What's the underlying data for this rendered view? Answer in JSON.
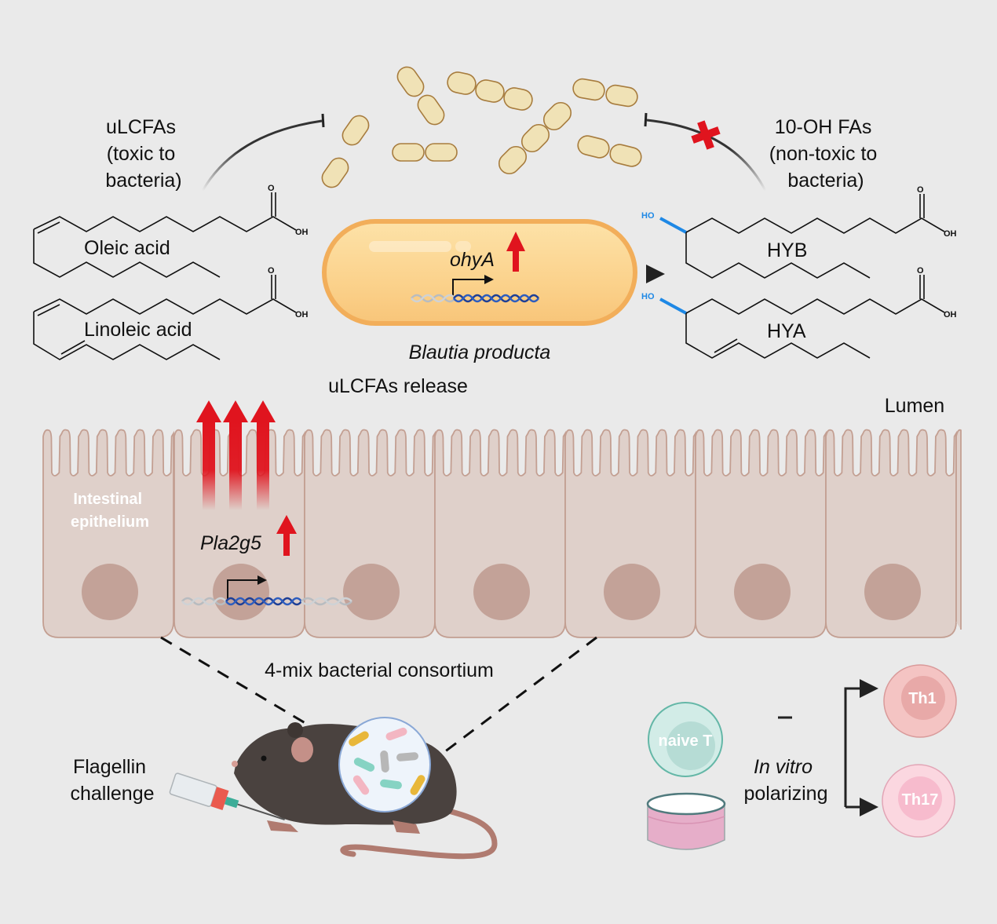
{
  "labels": {
    "ulcfa_title": [
      "uLCFAs",
      "(toxic to",
      "bacteria)"
    ],
    "oh_title": [
      "10-OH FAs",
      "(non-toxic to",
      "bacteria)"
    ],
    "oleic": "Oleic acid",
    "linoleic": "Linoleic acid",
    "hyb": "HYB",
    "hya": "HYA",
    "gene_bacterium": "ohyA",
    "bacterium_name": "Blautia producta",
    "release": "uLCFAs release",
    "lumen": "Lumen",
    "epithelium": [
      "Intestinal",
      "epithelium"
    ],
    "gene_host": "Pla2g5",
    "consortium": "4-mix bacterial consortium",
    "flagellin": [
      "Flagellin",
      "challenge"
    ],
    "naive": "naive T",
    "polarizing": [
      "In vitro",
      "polarizing"
    ],
    "th1": "Th1",
    "th17": "Th17",
    "oh_atom": "OH",
    "o_atom": "O",
    "ho_atom": "HO"
  },
  "colors": {
    "background": "#eaeaea",
    "upregulation_arrow": "#e0141e",
    "hydroxyl": "#1e88e5",
    "bacterium_fill": "#fcd591",
    "bacterium_stroke": "#f2ae5a",
    "epithelium_fill": "#dfd0ca",
    "nucleus": "#c3a298",
    "naive_t": "#c9e6e0",
    "th1": "#f4c4c3",
    "th17": "#fbd3de"
  }
}
